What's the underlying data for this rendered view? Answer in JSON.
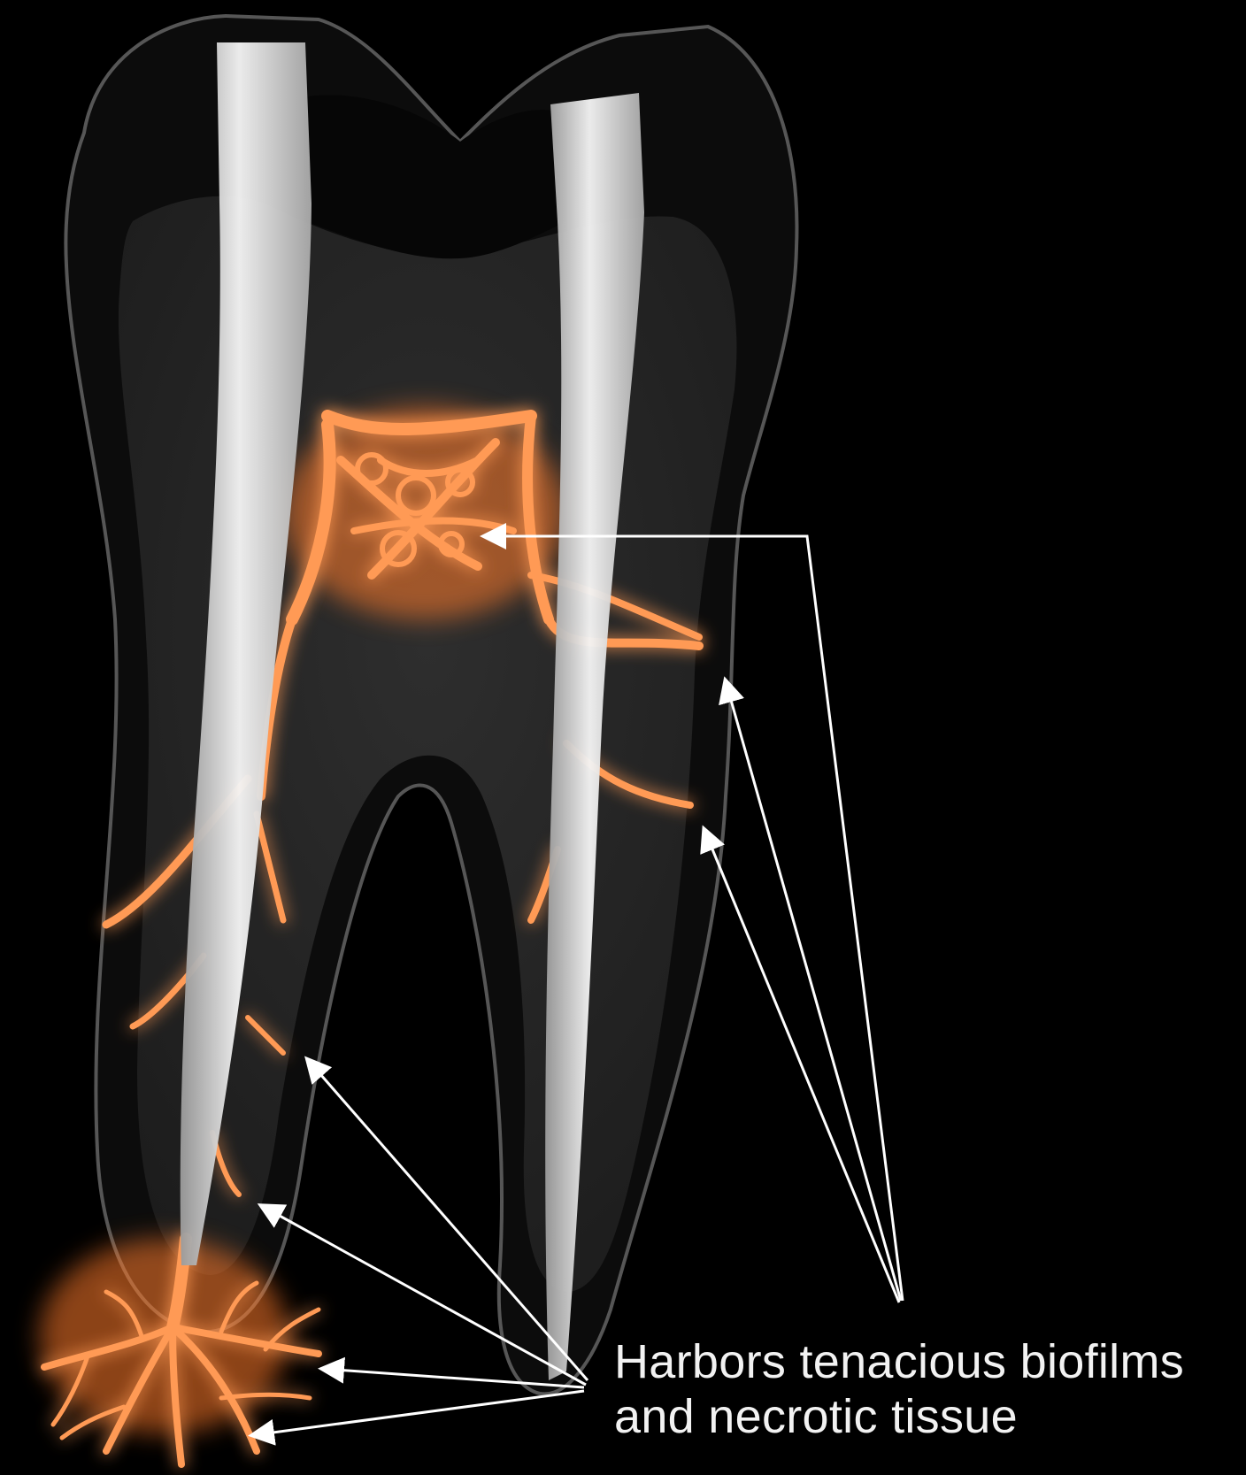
{
  "label": {
    "line1": "Harbors tenacious biofilms",
    "line2": "and necrotic tissue"
  },
  "colors": {
    "background": "#000000",
    "enamel": "#0d0d0d",
    "dentin": "#2b2b2b",
    "canal_fill": "#e8e8e8",
    "infection_glow": "#ff8a3d",
    "infection_core": "#ffb07a",
    "arrows": "#ffffff"
  },
  "icons": [
    "tooth-cross-section",
    "arrow-icon"
  ]
}
